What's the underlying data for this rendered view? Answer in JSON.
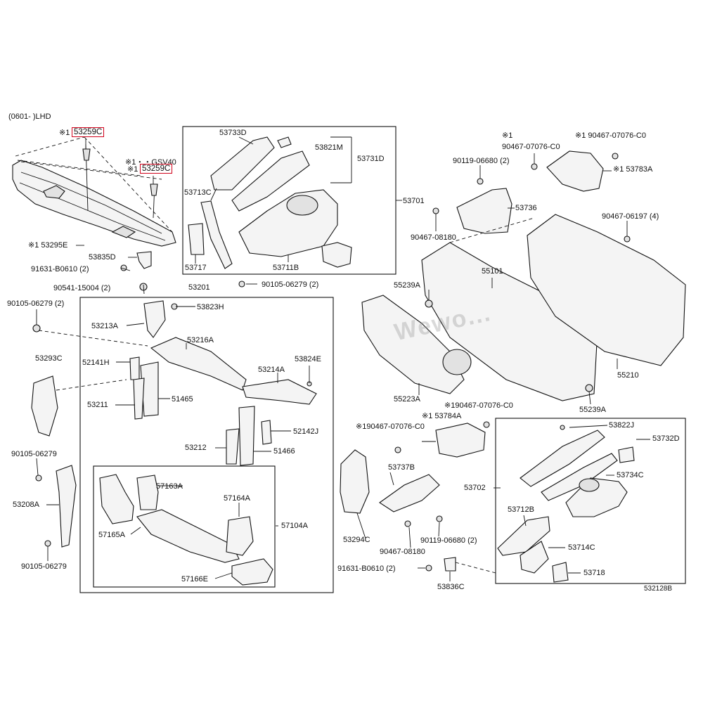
{
  "header": {
    "variant": "(0601- )LHD",
    "note_gsv": "※1・・GSV40",
    "ref_code": "532128B"
  },
  "watermark": "Wewo...",
  "labels": {
    "l53259c_a_mark": "※1",
    "l53259c_a": "53259C",
    "l53259c_b_mark": "※1",
    "l53259c_b": "53259C",
    "l53295e": "※1 53295E",
    "l53835d": "53835D",
    "l91631b0610_a": "91631-B0610 (2)",
    "l53733d": "53733D",
    "l53821m": "53821M",
    "l53731d": "53731D",
    "l53713c": "53713C",
    "l53717": "53717",
    "l53711b": "53711B",
    "l53701": "53701",
    "l90119_06680_a": "90119-06680 (2)",
    "l90467_07076_a_mark": "※1",
    "l90467_07076_a": "90467-07076-C0",
    "l90467_07076_b": "※1 90467-07076-C0",
    "l53783a": "※1 53783A",
    "l53736": "53736",
    "l90467_08180_a": "90467-08180",
    "l90467_06197": "90467-06197 (4)",
    "l90541_15004": "90541-15004 (2)",
    "l53201": "53201",
    "l90105_06279_top": "90105-06279 (2)",
    "l90105_06279_left": "90105-06279 (2)",
    "l53823h": "53823H",
    "l53213a": "53213A",
    "l53216a": "53216A",
    "l53293c": "53293C",
    "l52141h": "52141H",
    "l53824e": "53824E",
    "l53214a": "53214A",
    "l53211": "53211",
    "l51465": "51465",
    "l52142j": "52142J",
    "l53212": "53212",
    "l51466": "51466",
    "l90105_06279_mid": "90105-06279",
    "l53208a": "53208A",
    "l57163a": "57163A",
    "l57164a": "57164A",
    "l57104a": "57104A",
    "l57165a": "57165A",
    "l57166e": "57166E",
    "l90105_06279_bot": "90105-06279",
    "l55239a_top": "55239A",
    "l55101": "55101",
    "l55223a": "55223A",
    "l55210": "55210",
    "l55239a_bot": "55239A",
    "l190467": "※190467-07076-C0",
    "l53784a": "※1 53784A",
    "l90467_07076_c": "※190467-07076-C0",
    "l53737b": "53737B",
    "l53294c": "53294C",
    "l90467_08180_b": "90467-08180",
    "l90119_06680_b": "90119-06680 (2)",
    "l91631b0610_b": "91631-B0610 (2)",
    "l53836c": "53836C",
    "l53702": "53702",
    "l53822j": "53822J",
    "l53732d": "53732D",
    "l53734c": "53734C",
    "l53712b": "53712B",
    "l53714c": "53714C",
    "l53718": "53718"
  },
  "colors": {
    "highlight": "#d0021b",
    "line": "#111111",
    "part_fill": "#f4f4f4"
  }
}
